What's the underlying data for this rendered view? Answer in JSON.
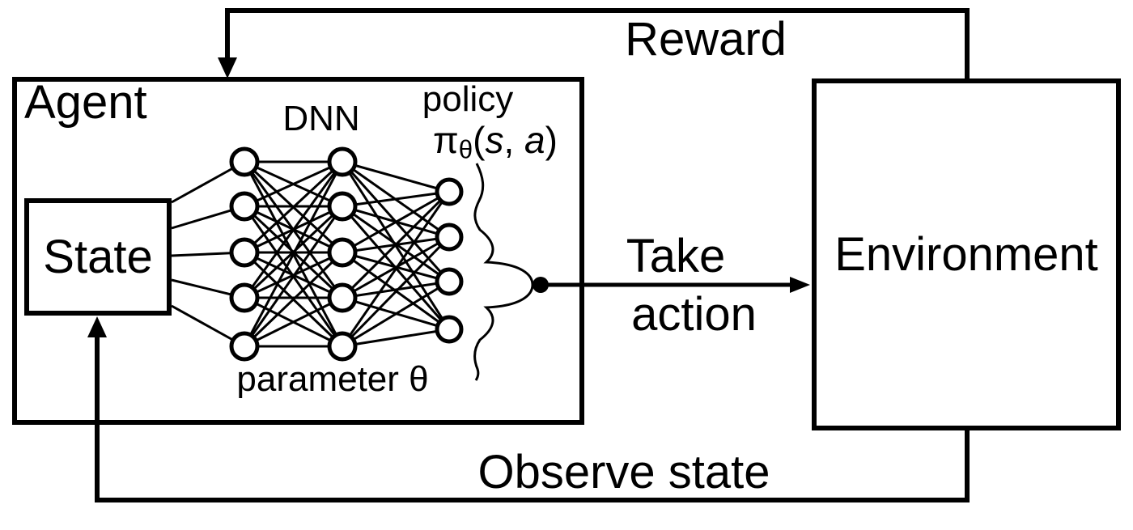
{
  "diagram": {
    "colors": {
      "ink": "#000000",
      "background": "#ffffff"
    },
    "boxes": {
      "agent": {
        "label": "Agent"
      },
      "state": {
        "label": "State"
      },
      "environment": {
        "label": "Environment"
      }
    },
    "network": {
      "label": "DNN",
      "parameter_label": "parameter θ",
      "layers": [
        5,
        5,
        4
      ],
      "policy": {
        "line1": "policy",
        "pi": "π",
        "theta": "θ",
        "open": "(",
        "s": "s",
        "sep": ", ",
        "a": "a",
        "close": ")"
      }
    },
    "arrows": {
      "reward": "Reward",
      "take_action_line1": "Take",
      "take_action_line2": "action",
      "observe_state": "Observe state"
    }
  }
}
